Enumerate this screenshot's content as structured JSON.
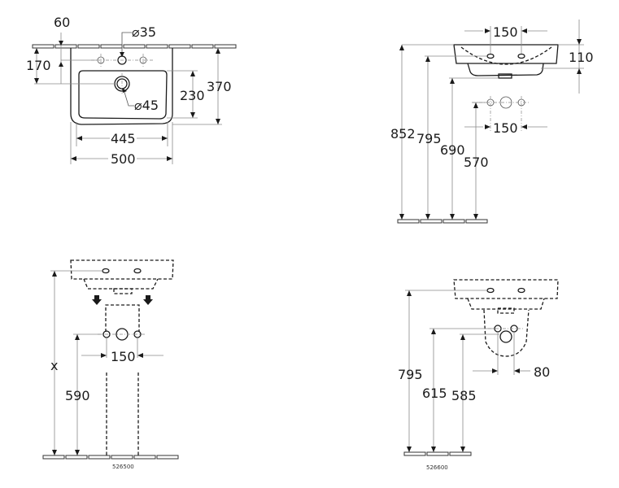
{
  "views": {
    "top_view": {
      "dims": {
        "tap_offset": "60",
        "tap_hole_diameter": "⌀35",
        "tap_to_drain": "170",
        "drain_diameter": "⌀45",
        "bowl_depth": "230",
        "overall_depth": "370",
        "bowl_width": "445",
        "overall_width": "500"
      }
    },
    "side_view": {
      "dims": {
        "tap_spacing_top": "150",
        "basin_height": "110",
        "rim_height": "852",
        "tap_height": "795",
        "underside_height": "690",
        "supply_height": "570",
        "supply_spacing": "150"
      }
    },
    "pedestal_view": {
      "dims": {
        "rim_height_variable": "x",
        "supply_height": "590",
        "supply_spacing": "150"
      },
      "model_code": "526500"
    },
    "semi_pedestal_view": {
      "dims": {
        "tap_height": "795",
        "supply_height": "615",
        "waste_height": "585",
        "supply_spacing": "80"
      },
      "model_code": "526600"
    }
  }
}
